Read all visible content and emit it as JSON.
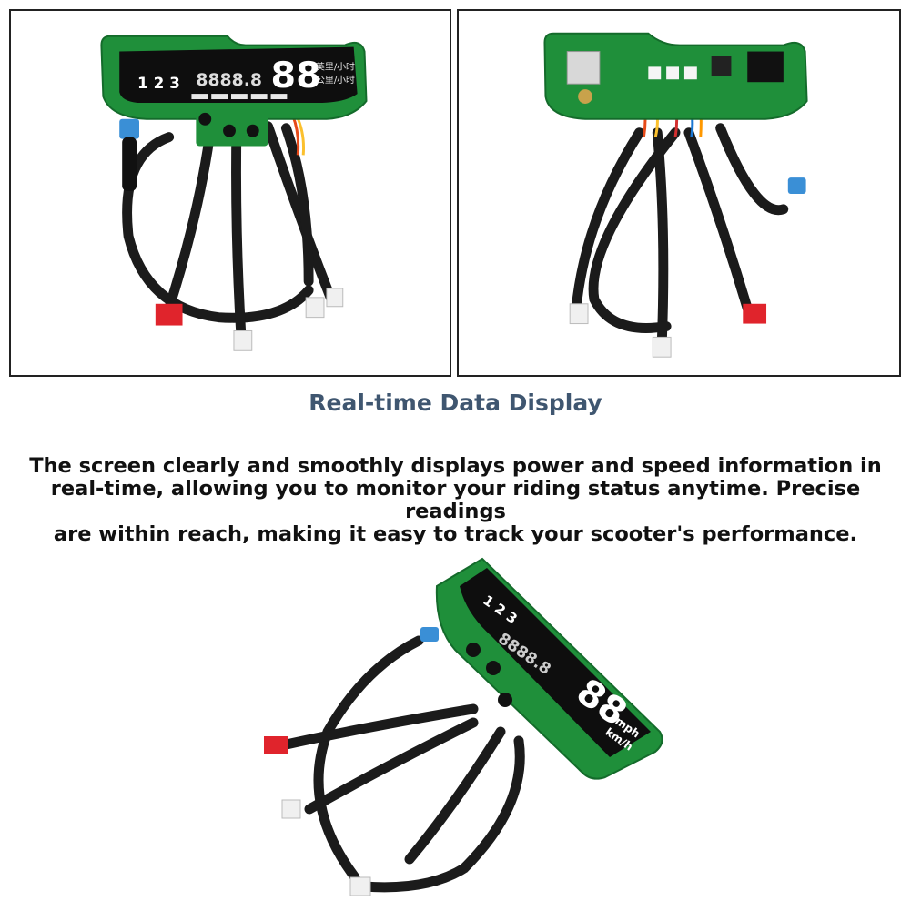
{
  "heading": "Real-time Data Display",
  "description_lines": [
    "The screen clearly and smoothly displays power and speed information in",
    "real-time, allowing you to monitor your riding status anytime. Precise readings",
    "are within reach, making it easy to track your scooter's performance."
  ],
  "display": {
    "gears": "1 2 3",
    "speed_digits": "88",
    "odometer_digits": "8888.8",
    "unit_mph": "mph",
    "unit_kmh": "km/h",
    "unit_cn_1": "英里/小时",
    "unit_cn_2": "公里/小时"
  },
  "colors": {
    "pcb_green": "#1f8f3a",
    "title_blue": "#3f5670",
    "connector_blue": "#3a8fd6",
    "connector_red": "#e0242c"
  }
}
